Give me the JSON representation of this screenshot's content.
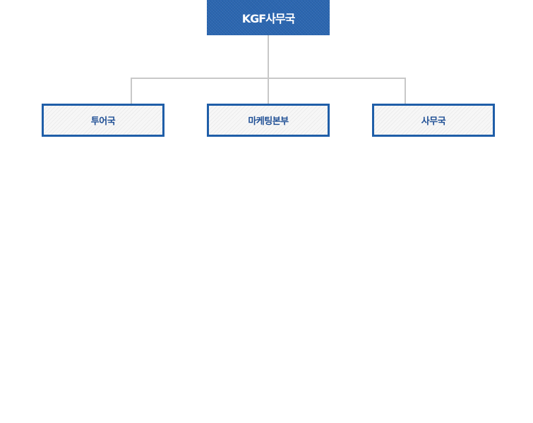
{
  "org_chart": {
    "root": {
      "label": "KGF사무국",
      "color": "#2b66b0"
    },
    "children": [
      {
        "label": "투어국"
      },
      {
        "label": "마케팅본부"
      },
      {
        "label": "사무국"
      }
    ],
    "border_color": "#1f5ea8",
    "text_color": "#1f4f95",
    "connector_color": "#c8c8c8"
  }
}
